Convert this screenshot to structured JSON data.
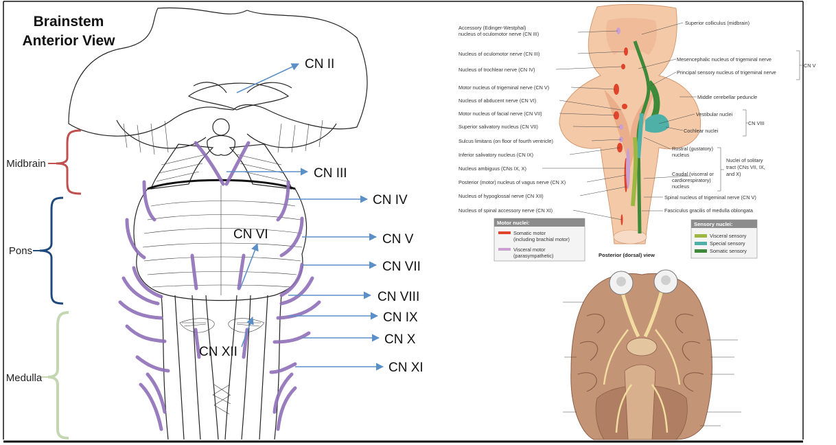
{
  "left_panel": {
    "title_line1": "Brainstem",
    "title_line2": "Anterior View",
    "regions": {
      "midbrain": "Midbrain",
      "pons": "Pons",
      "medulla": "Medulla"
    },
    "cranial_nerves": [
      "CN II",
      "CN III",
      "CN IV",
      "CN V",
      "CN VI",
      "CN VII",
      "CN VIII",
      "CN IX",
      "CN X",
      "CN XI",
      "CN XII"
    ],
    "colors": {
      "midbrain_brace": "#c0504d",
      "pons_brace": "#1f497d",
      "medulla_brace": "#c4d7b2",
      "arrow": "#5b8fc7",
      "nerve": "#8e6fb8"
    }
  },
  "right_panel": {
    "labels_left": [
      "Accessory (Edinger-Westphal)",
      "nucleus of oculomotor nerve (CN III)",
      "Nucleus of oculomotor nerve (CN III)",
      "Nucleus of trochlear nerve (CN IV)",
      "Motor nucleus of trigeminal nerve (CN V)",
      "Nucleus of abducent nerve (CN VI)",
      "Motor nucleus of facial nerve (CN VII)",
      "Superior salivatory nucleus (CN VII)",
      "Sulcus limitans (on floor of fourth ventricle)",
      "Inferior salivatory nucleus (CN IX)",
      "Nucleus ambiguus (CNs IX, X)",
      "Posterior (motor) nucleus of vagus nerve (CN X)",
      "Nucleus of hypoglossal nerve (CN XII)",
      "Nucleus of spinal accessory nerve (CN XI)"
    ],
    "labels_right": [
      "Superior colliculus (midbrain)",
      "Mesencephalic nucleus of trigeminal nerve",
      "Principal sensory nucleus of trigeminal nerve",
      "Middle cerebellar peduncle",
      "Vestibular nuclei",
      "Cochlear nuclei",
      "Rostral (gustatory)",
      "nucleus",
      "Caudal (visceral or",
      "cardiorespiratory)",
      "nucleus",
      "Spinal nucleus of trigeminal nerve (CN V)",
      "Fasciculus gracilis of medulla oblongata"
    ],
    "group_labels": {
      "cn_v": "CN V",
      "cn_viii": "CN VIII",
      "solitary_1": "Nuclei of solitary",
      "solitary_2": "tract (CNs VII, IX,",
      "solitary_3": "and X)"
    },
    "motor_legend": {
      "title": "Motor nuclei:",
      "item1_line1": "Somatic motor",
      "item1_line2": "(including brachial motor)",
      "item2_line1": "Visceral motor",
      "item2_line2": "(parasympathetic)",
      "colors": [
        "#e0442a",
        "#c9a0d0"
      ]
    },
    "sensory_legend": {
      "title": "Sensory nuclei:",
      "items": [
        "Visceral sensory",
        "Special sensory",
        "Somatic sensory"
      ],
      "colors": [
        "#9cb842",
        "#4fb0a8",
        "#3f8a3a"
      ]
    },
    "caption": "Posterior (dorsal) view"
  }
}
